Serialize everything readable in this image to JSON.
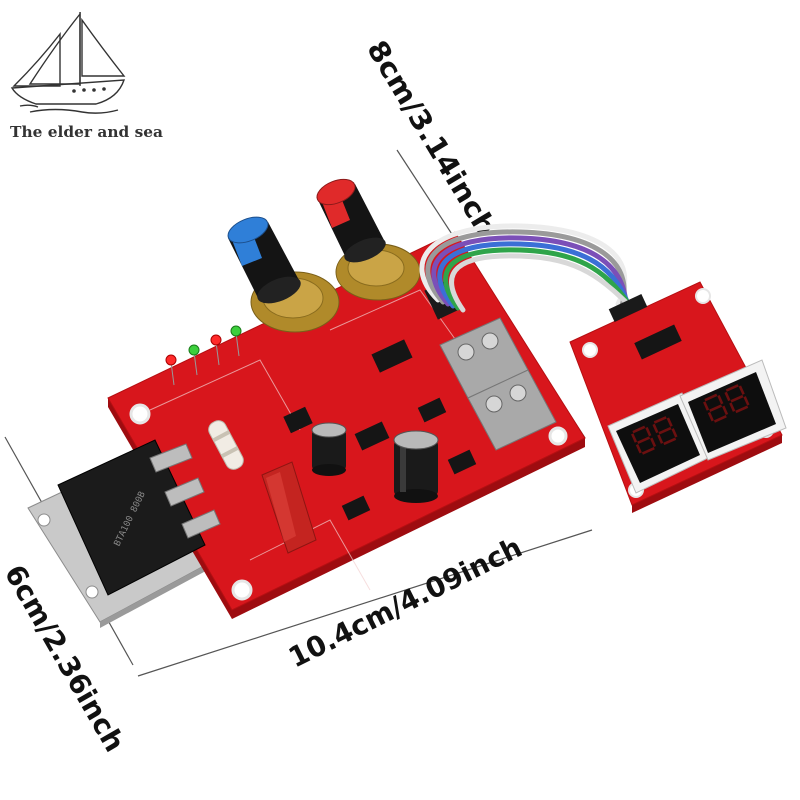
{
  "logo": {
    "text": "The elder and sea"
  },
  "dimensions": {
    "height_label": "8cm/3.14inch",
    "length_label": "10.4cm/4.09inch",
    "width_label": "6cm/2.36inch"
  },
  "board": {
    "triac_label": "BTA100 800B"
  },
  "colors": {
    "pcb": "#d8161c",
    "pcb_edge": "#9e0c10",
    "heatsink": "#c9c9c9",
    "brass": "#b08a2a",
    "knob_blue": "#2f7fd8",
    "knob_red": "#e02a2a",
    "terminal": "#a9a9a9",
    "display_segment": "#6b1010"
  }
}
